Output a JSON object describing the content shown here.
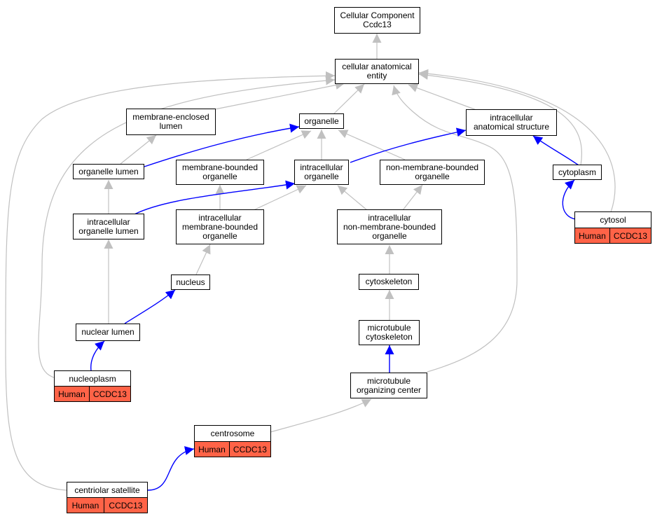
{
  "nodes": {
    "root": "Cellular Component\nCcdc13",
    "cae": "cellular anatomical\nentity",
    "mel": "membrane-enclosed\nlumen",
    "org": "organelle",
    "ias": "intracellular\nanatomical structure",
    "olum": "organelle lumen",
    "mbo": "membrane-bounded\norganelle",
    "io": "intracellular\norganelle",
    "nmbo": "non-membrane-bounded\norganelle",
    "cyto": "cytoplasm",
    "iol": "intracellular\norganelle lumen",
    "imbo": "intracellular\nmembrane-bounded\norganelle",
    "inmbo": "intracellular\nnon-membrane-bounded\norganelle",
    "nuc": "nucleus",
    "csk": "cytoskeleton",
    "nl": "nuclear lumen",
    "mtc": "microtubule\ncytoskeleton",
    "moc": "microtubule\norganizing center"
  },
  "annotated": {
    "cytosol": {
      "name": "cytosol",
      "species": "Human",
      "gene": "CCDC13"
    },
    "nucleoplasm": {
      "name": "nucleoplasm",
      "species": "Human",
      "gene": "CCDC13"
    },
    "centrosome": {
      "name": "centrosome",
      "species": "Human",
      "gene": "CCDC13"
    },
    "centsat": {
      "name": "centriolar satellite",
      "species": "Human",
      "gene": "CCDC13"
    }
  },
  "colors": {
    "is_a_edge": "#c0c0c0",
    "part_of_edge": "#0000ff",
    "annotation_fill": "#ff6347"
  }
}
